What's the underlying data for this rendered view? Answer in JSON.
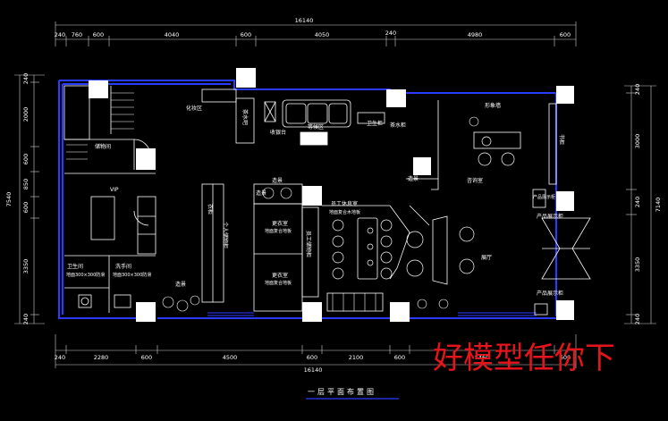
{
  "drawing": {
    "title": "一层平面布置图",
    "watermark": "好模型任你下"
  },
  "dimensions": {
    "top_total": "16140",
    "top_segments": [
      "240",
      "760",
      "600",
      "4040",
      "600",
      "4050",
      "240",
      "4980",
      "600"
    ],
    "bottom_total": "16140",
    "bottom_segments": [
      "240",
      "2280",
      "600",
      "4500",
      "600",
      "2100",
      "600",
      "5460",
      "600"
    ],
    "left_total": "7540",
    "left_segments": [
      "240",
      "2000",
      "600",
      "850",
      "600",
      "3350",
      "240"
    ],
    "right_total": "7140",
    "right_segments": [
      "240",
      "3000",
      "240",
      "3350",
      "240"
    ]
  },
  "rooms": {
    "makeup": "化妆区",
    "tea_bar": "茶水吧",
    "storage": "储物间",
    "vip": "VIP",
    "toilet": "卫生间",
    "toilet_note": "地面300×300防滑",
    "wash": "洗手间",
    "wash_note": "地面300×300防滑",
    "reception": "收银台",
    "lounge_bench": "等候区",
    "health_cabinet": "卫生柜",
    "cabinet_tag": "茶水柜",
    "shelf_1": "造景",
    "shelf_2": "造景",
    "shelf_3": "造景",
    "shelf_4": "造景",
    "changing_1": "更衣室",
    "changing_1_note": "地面复合地板",
    "changing_2": "更衣室",
    "changing_2_note": "地面复合地板",
    "staff_room": "员工休息室",
    "staff_room_note": "地面复合木地板",
    "staff_cabinet": "员工储物柜",
    "wardrobe": "衣柜",
    "product_cabinet": "个人储物柜",
    "display_wall": "形象墙",
    "consult": "咨询室",
    "showroom": "展厅",
    "side_cabinet": "书柜",
    "product_shelf_1": "产品展示柜",
    "product_shelf_2": "产品展示柜",
    "product_shelf_3": "产品展示柜"
  }
}
